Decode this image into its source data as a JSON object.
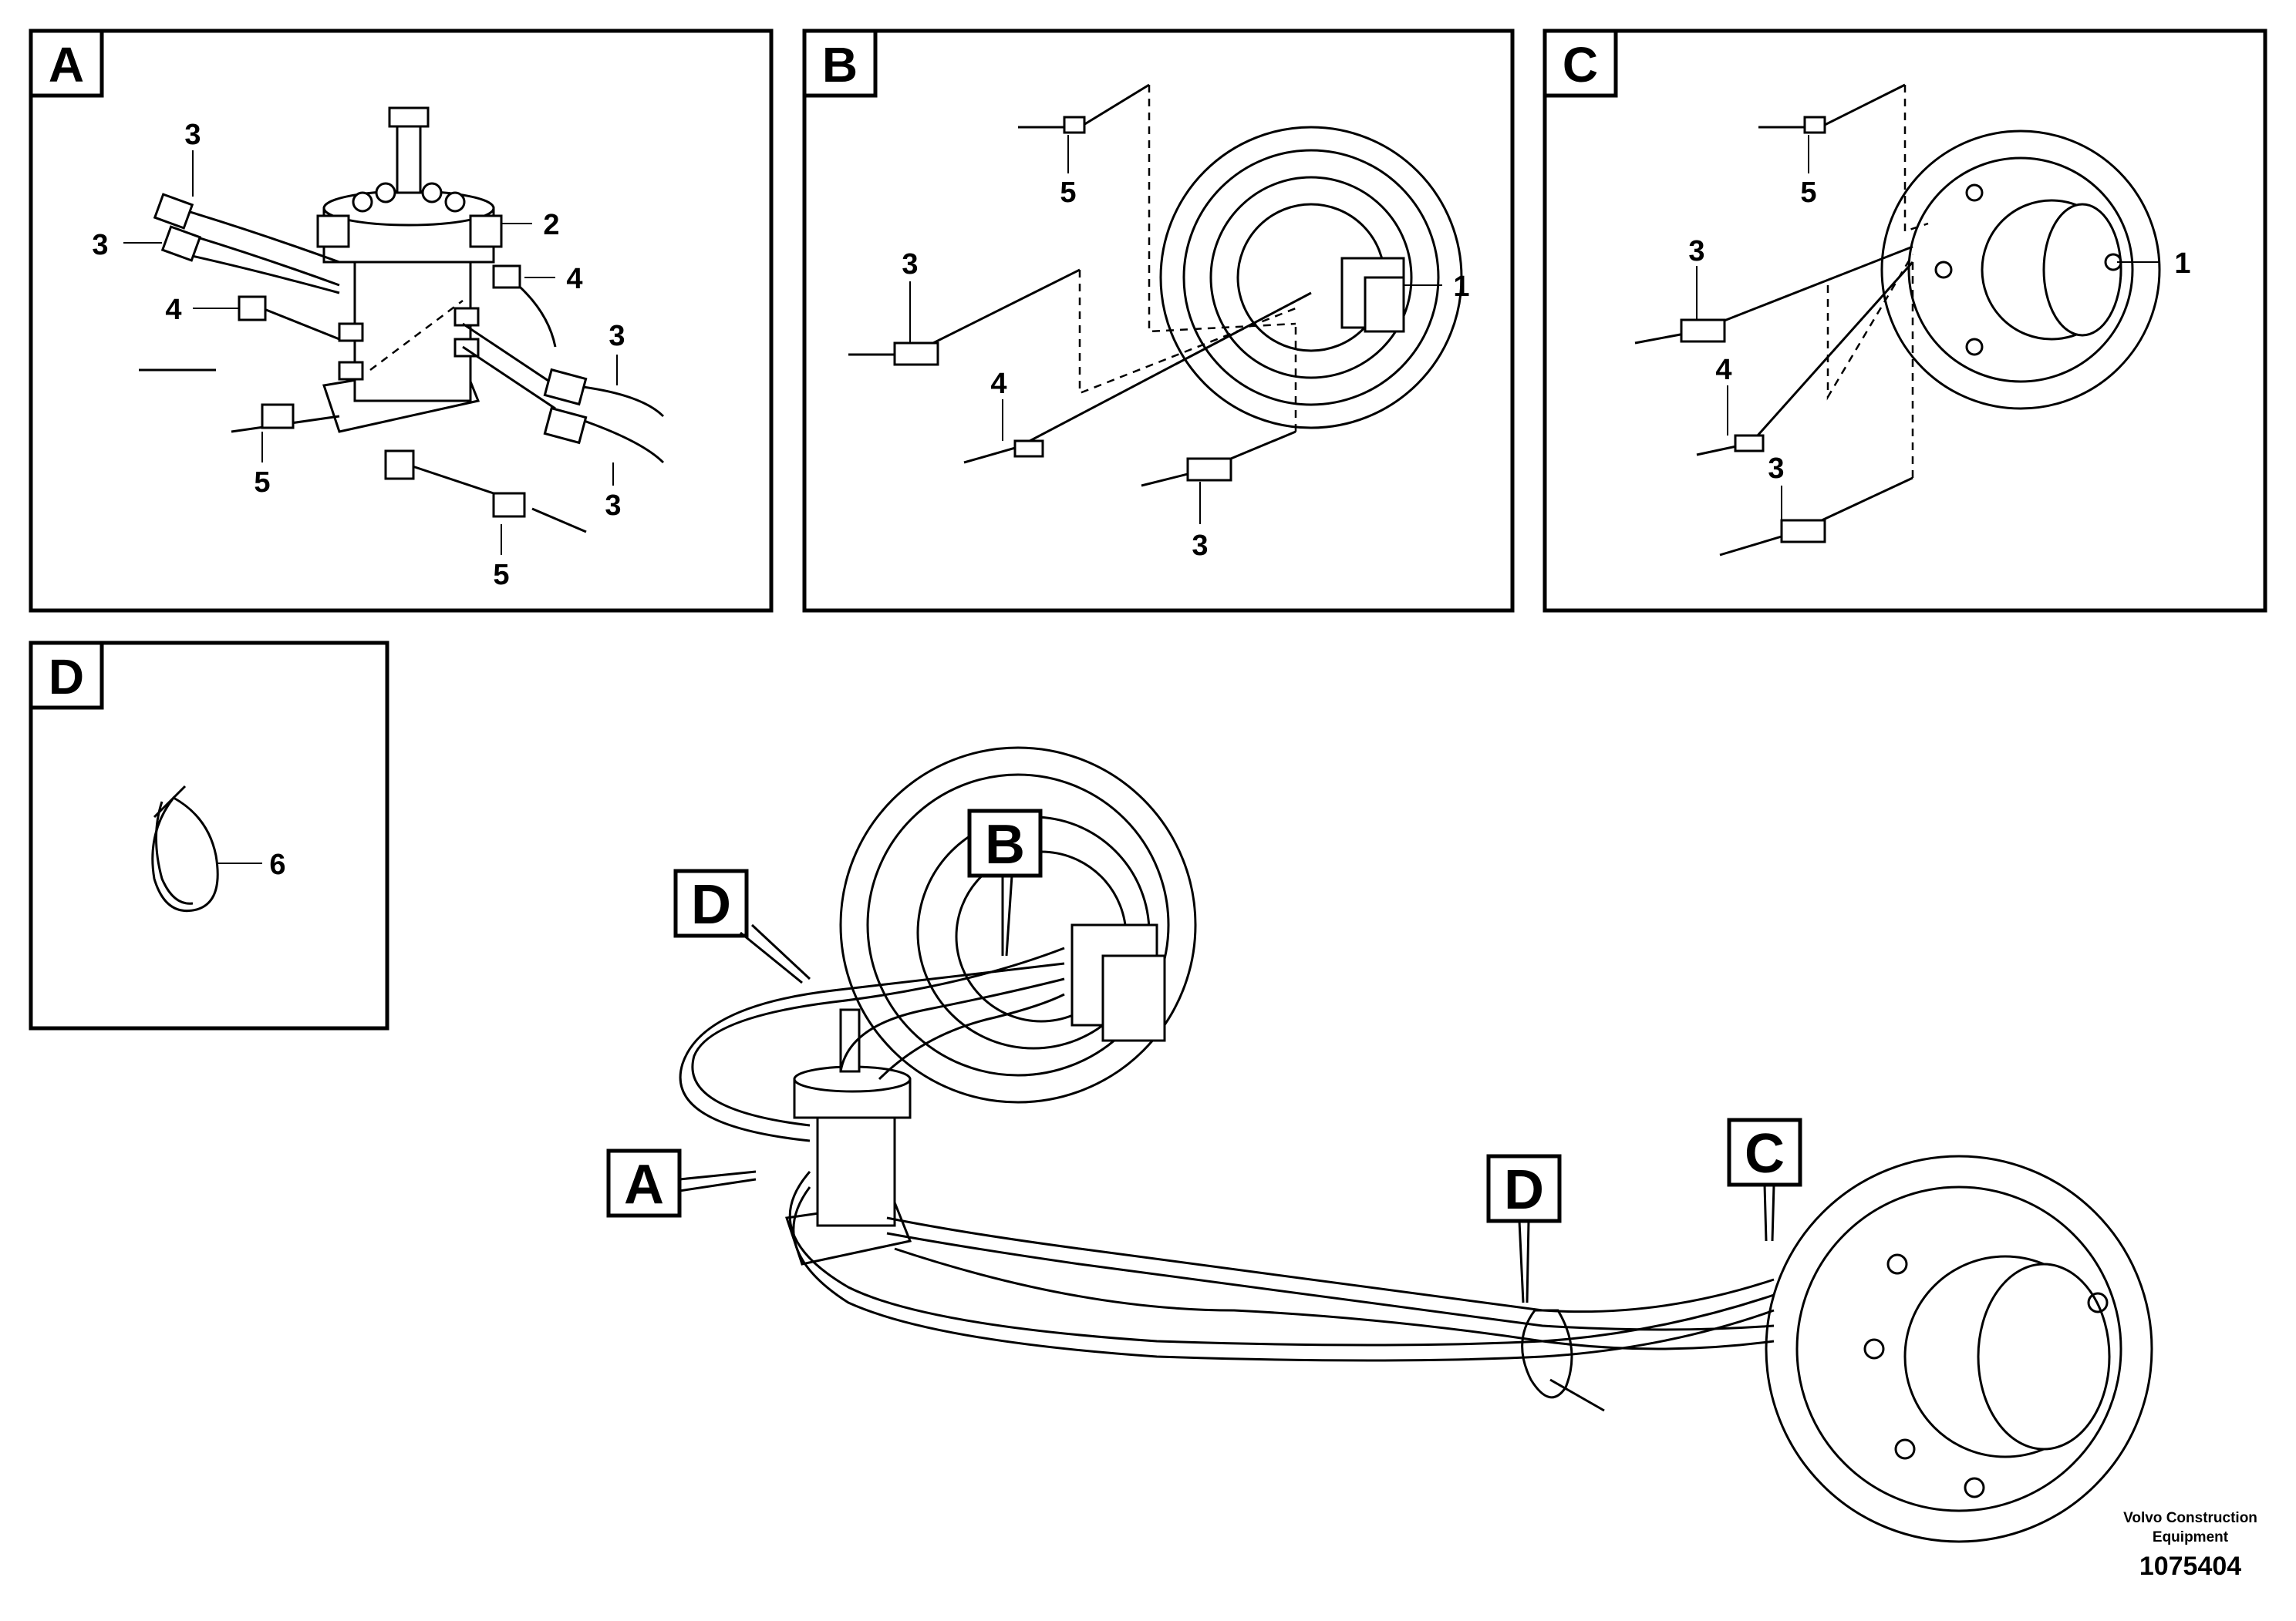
{
  "panels": [
    {
      "letter": "A",
      "labels": [
        "3",
        "3",
        "2",
        "4",
        "4",
        "3",
        "5",
        "3",
        "5"
      ]
    },
    {
      "letter": "B",
      "labels": [
        "5",
        "3",
        "1",
        "4",
        "3"
      ]
    },
    {
      "letter": "C",
      "labels": [
        "5",
        "3",
        "1",
        "4",
        "3"
      ]
    },
    {
      "letter": "D",
      "labels": [
        "6"
      ]
    }
  ],
  "callouts": [
    "D",
    "B",
    "A",
    "D",
    "C"
  ],
  "footer": {
    "company_line1": "Volvo Construction",
    "company_line2": "Equipment",
    "drawing_number": "1075404"
  }
}
